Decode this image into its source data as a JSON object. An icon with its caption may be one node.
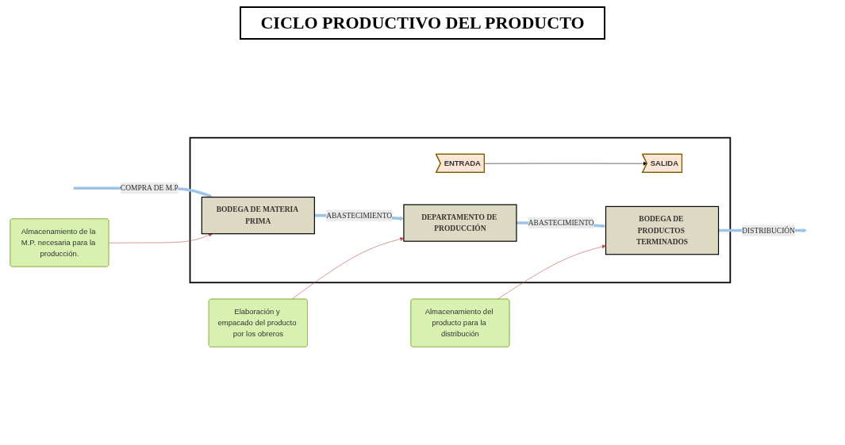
{
  "diagram": {
    "title": "CICLO PRODUCTIVO DEL PRODUCTO",
    "nodes": [
      {
        "text": [],
        "shape": "box"
      },
      {
        "text": [
          "ENTRADA"
        ],
        "in": 0
      },
      {
        "text": [
          "SALIDA"
        ],
        "in": 0
      },
      {
        "text": [
          "BODEGA DE MATERIA PRIMA"
        ],
        "in": 0
      },
      {
        "text": [
          "DEPARTAMENTO DE PRODUCCIÓN"
        ],
        "in": 0
      },
      {
        "text": [
          "BODEGA DE PRODUCTOS TERMINADOS"
        ],
        "in": 0
      },
      {
        "text": [
          "Almacenamiento de la M.P. necesaria para la producción."
        ]
      },
      {
        "text": [
          "Elaboración y empacado del producto por los obreros"
        ]
      },
      {
        "text": [
          "Almacenamiento del producto para la distribución"
        ]
      }
    ],
    "edges": [
      {
        "from": 1,
        "to": 2,
        "arrow": "to",
        "color": "#000000"
      },
      {
        "from": null,
        "to": 3,
        "arrow": "to",
        "label": "COMPRA DE M.P",
        "style": "thick",
        "color": "#9dc3e6"
      },
      {
        "from": 3,
        "to": 4,
        "arrow": "to",
        "label": "ABASTECIMIENTO",
        "style": "thick",
        "color": "#9dc3e6"
      },
      {
        "from": 4,
        "to": 5,
        "arrow": "to",
        "label": "ABASTECIMIENTO",
        "style": "thick",
        "color": "#9dc3e6"
      },
      {
        "from": 5,
        "to": null,
        "arrow": "to",
        "label": "DISTRIBUCIÓN",
        "style": "thick",
        "color": "#9dc3e6"
      },
      {
        "from": 6,
        "to": 3,
        "arrow": "to",
        "color": "#c0504d"
      },
      {
        "from": 7,
        "to": 4,
        "arrow": "to",
        "color": "#c0504d"
      },
      {
        "from": 8,
        "to": 5,
        "arrow": "to",
        "color": "#c0504d"
      }
    ]
  }
}
